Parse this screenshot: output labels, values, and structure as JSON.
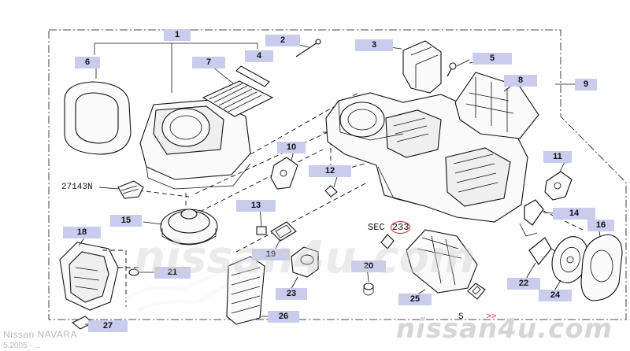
{
  "diagram": {
    "callouts": {
      "c1": "1",
      "c2": "2",
      "c3": "3",
      "c4": "4",
      "c5": "5",
      "c6": "6",
      "c7": "7",
      "c8": "8",
      "c9": "9",
      "c10": "10",
      "c11": "11",
      "c12": "12",
      "c13": "13",
      "c14": "14",
      "c15": "15",
      "c16": "16",
      "c18": "18",
      "c19": "19",
      "c20": "20",
      "c21": "21",
      "c22": "22",
      "c23": "23",
      "c24": "24",
      "c25": "25",
      "c26": "26",
      "c27": "27"
    },
    "part_code": "27143N",
    "section_ref": {
      "prefix": "SEC",
      "number": "233"
    },
    "s_ref": {
      "letter": "S",
      "arrows": ">>"
    }
  },
  "footer": {
    "model": "Nissan NAVARA",
    "date": "5.2005 - ...",
    "watermark": "nissan4u.com"
  },
  "colors": {
    "badge_bg": "#c9ccec",
    "sec_circle": "#e02020",
    "watermark": "#d6d6d6"
  }
}
